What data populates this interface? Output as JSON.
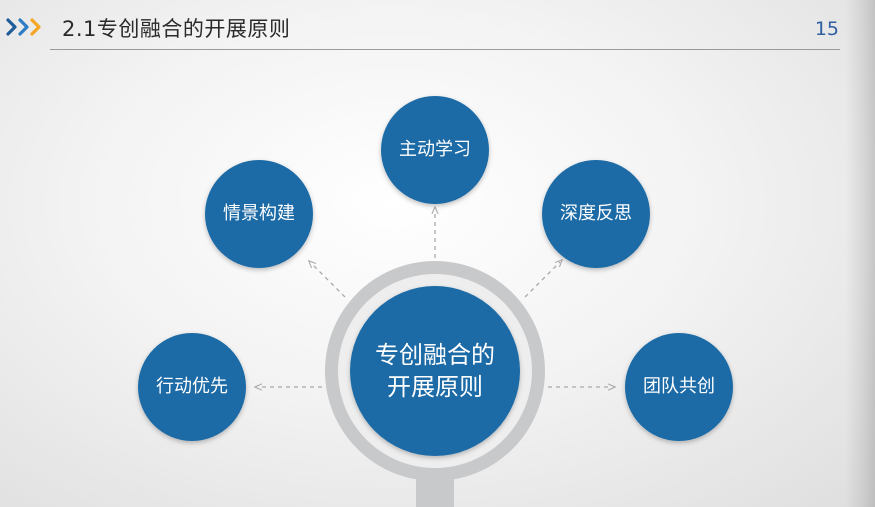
{
  "header": {
    "title": "2.1专创融合的开展原则",
    "page_number": "15"
  },
  "diagram": {
    "center": {
      "label": "专创融合的开展原则"
    },
    "nodes": [
      {
        "id": "top",
        "label": "主动学习"
      },
      {
        "id": "upper-left",
        "label": "情景构建"
      },
      {
        "id": "upper-right",
        "label": "深度反思"
      },
      {
        "id": "left",
        "label": "行动优先"
      },
      {
        "id": "right",
        "label": "团队共创"
      }
    ]
  },
  "colors": {
    "node_fill": "#1a6aa6",
    "ring": "#c8c9cb",
    "arrow": "#a9a9a9",
    "chevron_dark": "#1f5c99",
    "chevron_light": "#f5a623",
    "page_number": "#2f5fa0"
  }
}
